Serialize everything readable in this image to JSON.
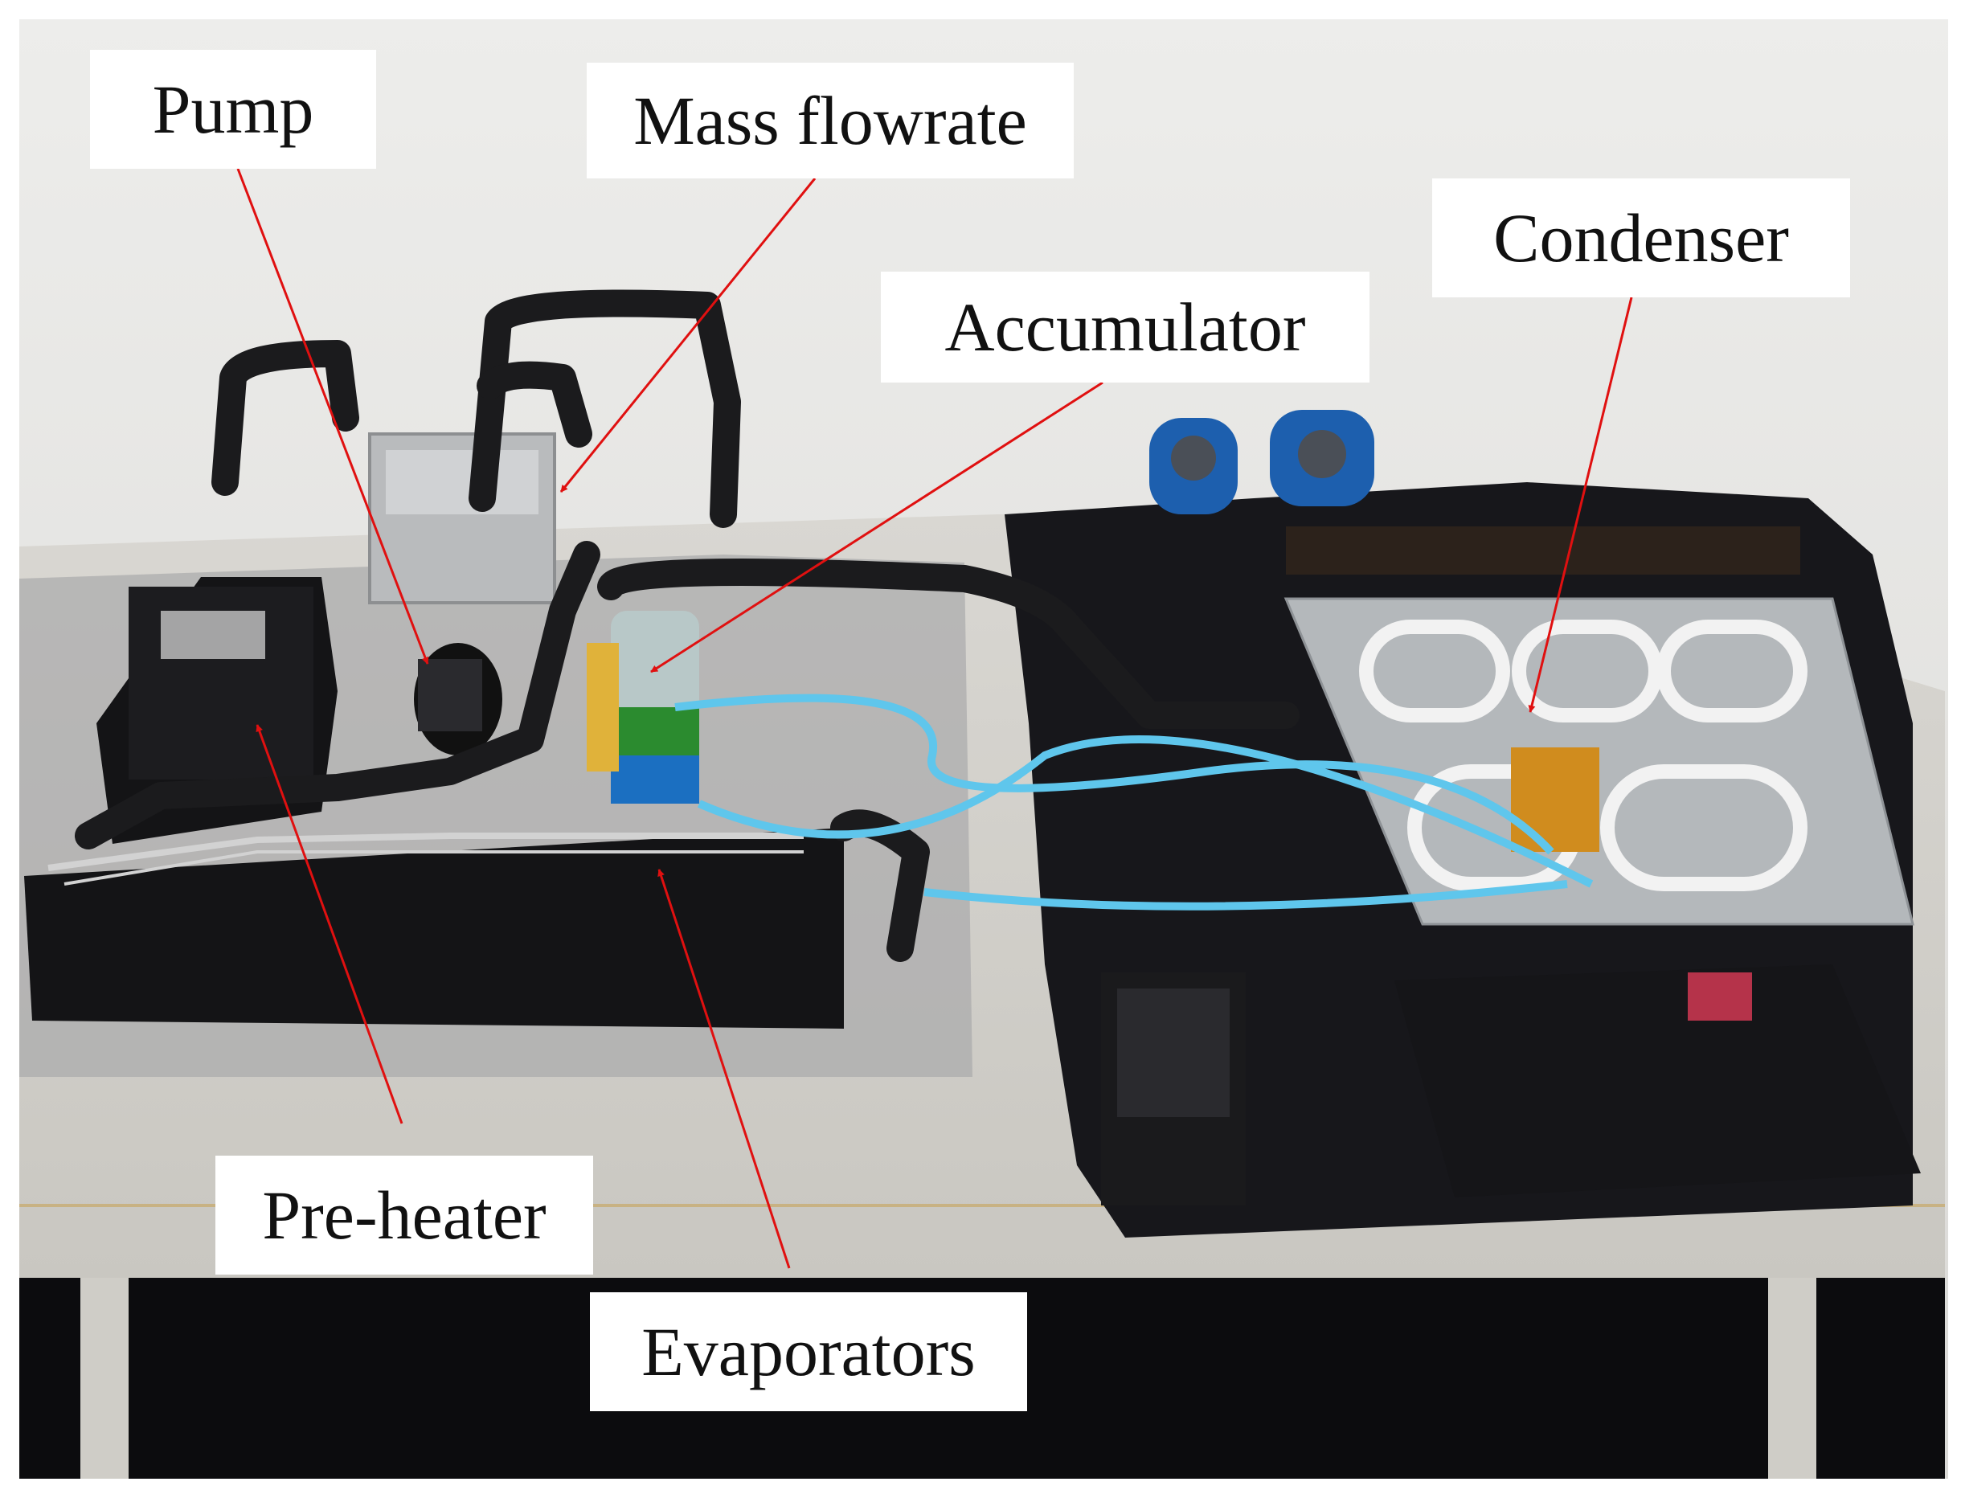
{
  "figure": {
    "labels": {
      "pump": "Pump",
      "mass_flowrate": "Mass flowrate",
      "accumulator": "Accumulator",
      "condenser": "Condenser",
      "pre_heater": "Pre-heater",
      "evaporators": "Evaporators"
    },
    "colors": {
      "annotation_arrow": "#e01010",
      "label_background": "#ffffff",
      "wall": "#e9e8e6",
      "desk": "#d4d2cd",
      "black_foam": "#16161a",
      "coolant_tubing": "#5fc6ec"
    }
  }
}
